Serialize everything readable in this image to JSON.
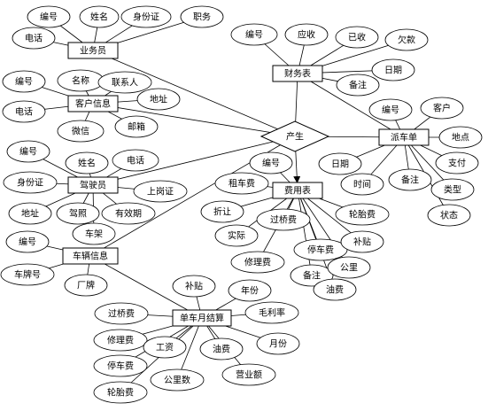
{
  "relationship": {
    "id": "rel",
    "label": "产生"
  },
  "entities": [
    {
      "id": "yw",
      "label": "业务员"
    },
    {
      "id": "cw",
      "label": "财务表"
    },
    {
      "id": "kh",
      "label": "客户信息"
    },
    {
      "id": "pc",
      "label": "派车单"
    },
    {
      "id": "js",
      "label": "驾驶员"
    },
    {
      "id": "fy",
      "label": "费用表"
    },
    {
      "id": "cl",
      "label": "车辆信息"
    },
    {
      "id": "dc",
      "label": "单车月结算"
    }
  ],
  "attributes": [
    {
      "id": "yw_bh",
      "label": "编号",
      "entity": "yw"
    },
    {
      "id": "yw_xm",
      "label": "姓名",
      "entity": "yw"
    },
    {
      "id": "yw_sfz",
      "label": "身份证",
      "entity": "yw"
    },
    {
      "id": "yw_zw",
      "label": "职务",
      "entity": "yw"
    },
    {
      "id": "yw_dh",
      "label": "电话",
      "entity": "yw"
    },
    {
      "id": "cw_bh",
      "label": "编号",
      "entity": "cw"
    },
    {
      "id": "cw_ys",
      "label": "应收",
      "entity": "cw"
    },
    {
      "id": "cw_yis",
      "label": "已收",
      "entity": "cw"
    },
    {
      "id": "cw_qk",
      "label": "欠款",
      "entity": "cw"
    },
    {
      "id": "cw_rq",
      "label": "日期",
      "entity": "cw"
    },
    {
      "id": "cw_bz",
      "label": "备注",
      "entity": "cw"
    },
    {
      "id": "kh_bh",
      "label": "编号",
      "entity": "kh"
    },
    {
      "id": "kh_mc",
      "label": "名称",
      "entity": "kh"
    },
    {
      "id": "kh_lxr",
      "label": "联系人",
      "entity": "kh"
    },
    {
      "id": "kh_dz",
      "label": "地址",
      "entity": "kh"
    },
    {
      "id": "kh_dh",
      "label": "电话",
      "entity": "kh"
    },
    {
      "id": "kh_wx",
      "label": "微信",
      "entity": "kh"
    },
    {
      "id": "kh_yx",
      "label": "邮箱",
      "entity": "kh"
    },
    {
      "id": "pc_bh",
      "label": "编号",
      "entity": "pc"
    },
    {
      "id": "pc_kh",
      "label": "客户",
      "entity": "pc"
    },
    {
      "id": "pc_dd",
      "label": "地点",
      "entity": "pc"
    },
    {
      "id": "pc_rq",
      "label": "日期",
      "entity": "pc"
    },
    {
      "id": "pc_zf",
      "label": "支付",
      "entity": "pc"
    },
    {
      "id": "pc_sj",
      "label": "时间",
      "entity": "pc"
    },
    {
      "id": "pc_bz",
      "label": "备注",
      "entity": "pc"
    },
    {
      "id": "pc_lx",
      "label": "类型",
      "entity": "pc"
    },
    {
      "id": "pc_zt",
      "label": "状态",
      "entity": "pc"
    },
    {
      "id": "js_bh",
      "label": "编号",
      "entity": "js"
    },
    {
      "id": "js_xm",
      "label": "姓名",
      "entity": "js"
    },
    {
      "id": "js_dh",
      "label": "电话",
      "entity": "js"
    },
    {
      "id": "js_sfz",
      "label": "身份证",
      "entity": "js"
    },
    {
      "id": "js_sgz",
      "label": "上岗证",
      "entity": "js"
    },
    {
      "id": "js_dz",
      "label": "地址",
      "entity": "js"
    },
    {
      "id": "js_jz",
      "label": "驾照",
      "entity": "js"
    },
    {
      "id": "js_yxq",
      "label": "有效期",
      "entity": "js"
    },
    {
      "id": "js_cj",
      "label": "车架",
      "entity": "js"
    },
    {
      "id": "fy_bh",
      "label": "编号",
      "entity": "fy"
    },
    {
      "id": "fy_zcf",
      "label": "租车费",
      "entity": "fy"
    },
    {
      "id": "fy_zk",
      "label": "折让",
      "entity": "fy"
    },
    {
      "id": "fy_sj",
      "label": "实际",
      "entity": "fy"
    },
    {
      "id": "fy_glf",
      "label": "过桥费",
      "entity": "fy"
    },
    {
      "id": "fy_ltf",
      "label": "轮胎费",
      "entity": "fy"
    },
    {
      "id": "fy_tcf",
      "label": "停车费",
      "entity": "fy"
    },
    {
      "id": "fy_bt",
      "label": "补贴",
      "entity": "fy"
    },
    {
      "id": "fy_wxf",
      "label": "修理费",
      "entity": "fy"
    },
    {
      "id": "fy_bz",
      "label": "备注",
      "entity": "fy"
    },
    {
      "id": "fy_gl",
      "label": "公里",
      "entity": "fy"
    },
    {
      "id": "fy_yf",
      "label": "油费",
      "entity": "fy"
    },
    {
      "id": "cl_bh",
      "label": "编号",
      "entity": "cl"
    },
    {
      "id": "cl_cph",
      "label": "车牌号",
      "entity": "cl"
    },
    {
      "id": "cl_cp",
      "label": "厂牌",
      "entity": "cl"
    },
    {
      "id": "dc_bt",
      "label": "补贴",
      "entity": "dc"
    },
    {
      "id": "dc_nf",
      "label": "年份",
      "entity": "dc"
    },
    {
      "id": "dc_mll",
      "label": "毛利率",
      "entity": "dc"
    },
    {
      "id": "dc_yf",
      "label": "月份",
      "entity": "dc"
    },
    {
      "id": "dc_glf",
      "label": "过桥费",
      "entity": "dc"
    },
    {
      "id": "dc_wxf",
      "label": "修理费",
      "entity": "dc"
    },
    {
      "id": "dc_gz",
      "label": "工资",
      "entity": "dc"
    },
    {
      "id": "dc_youf",
      "label": "油费",
      "entity": "dc"
    },
    {
      "id": "dc_tcf",
      "label": "停车费",
      "entity": "dc"
    },
    {
      "id": "dc_yye",
      "label": "营业额",
      "entity": "dc"
    },
    {
      "id": "dc_ltf",
      "label": "轮胎费",
      "entity": "dc"
    },
    {
      "id": "dc_gls",
      "label": "公里数",
      "entity": "dc"
    }
  ],
  "links": [
    [
      "yw",
      "rel"
    ],
    [
      "cw",
      "rel"
    ],
    [
      "kh",
      "rel"
    ],
    [
      "pc",
      "rel"
    ],
    [
      "js",
      "rel"
    ],
    [
      "cl",
      "rel"
    ],
    [
      "cw",
      "pc"
    ],
    [
      "cl",
      "dc"
    ]
  ],
  "arrows": [
    [
      "rel",
      "fy"
    ]
  ]
}
